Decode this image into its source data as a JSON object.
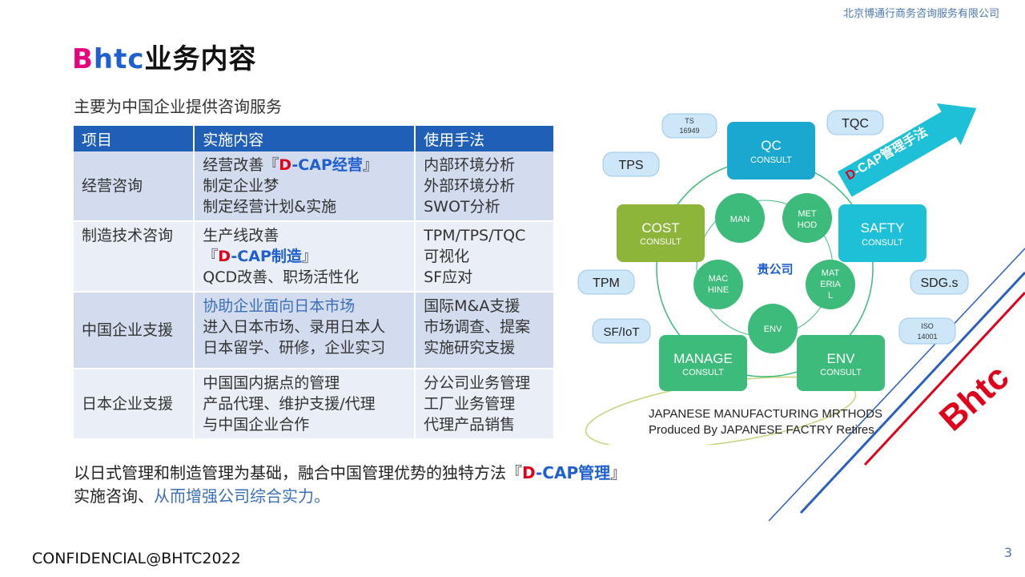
{
  "company_name": "北京博通行商务咨询服务有限公司",
  "title": {
    "b": "B",
    "htc": "htc",
    "rest": "业务内容"
  },
  "subtitle": "主要为中国企业提供咨询服务",
  "table": {
    "headers": [
      "项目",
      "实施内容",
      "使用手法"
    ],
    "rows": [
      {
        "item": "经营咨询",
        "content": {
          "line1": {
            "pre": "经营改善『",
            "red": "D",
            "blue": "-CAP经营",
            "post": "』"
          },
          "line2": "制定企业梦",
          "line3": "制定经营计划&实施"
        },
        "methods": [
          "内部环境分析",
          "外部环境分析",
          "SWOT分析"
        ]
      },
      {
        "item": "制造技术咨询",
        "content": {
          "line1": "生产线改善",
          "line2": {
            "pre": "『",
            "red": "D",
            "blue": "-CAP制造",
            "post": "』"
          },
          "line3": "QCD改善、职场活性化"
        },
        "methods": [
          "TPM/TPS/TQC",
          "可视化",
          "SF应对"
        ]
      },
      {
        "item": "中国企业支援",
        "content": [
          "协助企业面向日本市场",
          "进入日本市场、录用日本人",
          "日本留学、研修，企业实习"
        ],
        "methods": [
          "国际M&A支援",
          "市场调查、提案",
          "实施研究支援"
        ]
      },
      {
        "item": "日本企业支援",
        "content": [
          "中国国内据点的管理",
          "产品代理、维护支援/代理",
          "与中国企业合作"
        ],
        "methods": [
          "分公司业务管理",
          "工厂业务管理",
          "代理产品销售"
        ]
      }
    ]
  },
  "bottom": {
    "line1_pre": "以日式管理和制造管理为基础，融合中国管理优势的独特方法『",
    "red": "D",
    "blue": "-CAP管理",
    "line1_post": "』",
    "line2_a": "实施咨询、",
    "line2_b": "从而增强公司综合实力。"
  },
  "footer": "CONFIDENCIAL@BHTC2022",
  "page_number": "3",
  "diagram": {
    "arrow_red": "D",
    "arrow_rest": "-CAP管理手法",
    "center": "贵公司",
    "inner": [
      "MAN",
      "MET",
      "HOD",
      "MAC",
      "HINE",
      "MAT",
      "ERIA",
      "L",
      "ENV"
    ],
    "boxes": {
      "qc": [
        "QC",
        "CONSULT"
      ],
      "cost": [
        "COST",
        "CONSULT"
      ],
      "safty": [
        "SAFTY",
        "CONSULT"
      ],
      "manage": [
        "MANAGE",
        "CONSULT"
      ],
      "env": [
        "ENV",
        "CONSULT"
      ]
    },
    "tags": {
      "ts": [
        "TS",
        "16949"
      ],
      "tqc": "TQC",
      "tps": "TPS",
      "tpm": "TPM",
      "sdg": "SDG.s",
      "sfiot": "SF/IoT",
      "iso": [
        "ISO",
        "14001"
      ]
    },
    "caption": [
      "JAPANESE MANUFACTURING MRTHODS",
      "Produced By JAPANESE FACTRY Retires"
    ],
    "logo": "Bhtc"
  },
  "colors": {
    "header_blue": "#1f5fb8",
    "accent_red": "#e0001a",
    "accent_blue": "#1f5fd0",
    "green": "#3dbb7a",
    "teal": "#1aa8d0",
    "olive": "#8db53a"
  }
}
